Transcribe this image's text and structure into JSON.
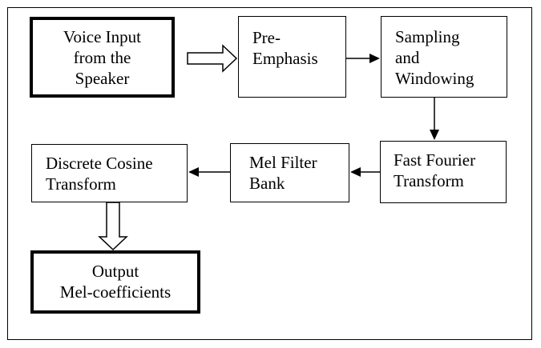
{
  "diagram": {
    "nodes": {
      "voice_input": {
        "lines": [
          "Voice Input",
          "from the",
          "Speaker"
        ]
      },
      "pre_emphasis": {
        "lines": [
          "Pre-",
          "Emphasis"
        ]
      },
      "sampling": {
        "lines": [
          "Sampling",
          "and",
          "Windowing"
        ]
      },
      "fft": {
        "lines": [
          "Fast Fourier",
          "Transform"
        ]
      },
      "mel_filter": {
        "lines": [
          "Mel Filter",
          "Bank"
        ]
      },
      "dct": {
        "lines": [
          "Discrete Cosine",
          "Transform"
        ]
      },
      "output": {
        "lines": [
          "Output",
          "Mel-coefficients"
        ]
      }
    },
    "edges": [
      {
        "from": "voice_input",
        "to": "pre_emphasis",
        "style": "hollow"
      },
      {
        "from": "pre_emphasis",
        "to": "sampling",
        "style": "solid"
      },
      {
        "from": "sampling",
        "to": "fft",
        "style": "solid"
      },
      {
        "from": "fft",
        "to": "mel_filter",
        "style": "solid"
      },
      {
        "from": "mel_filter",
        "to": "dct",
        "style": "solid"
      },
      {
        "from": "dct",
        "to": "output",
        "style": "hollow"
      }
    ]
  }
}
